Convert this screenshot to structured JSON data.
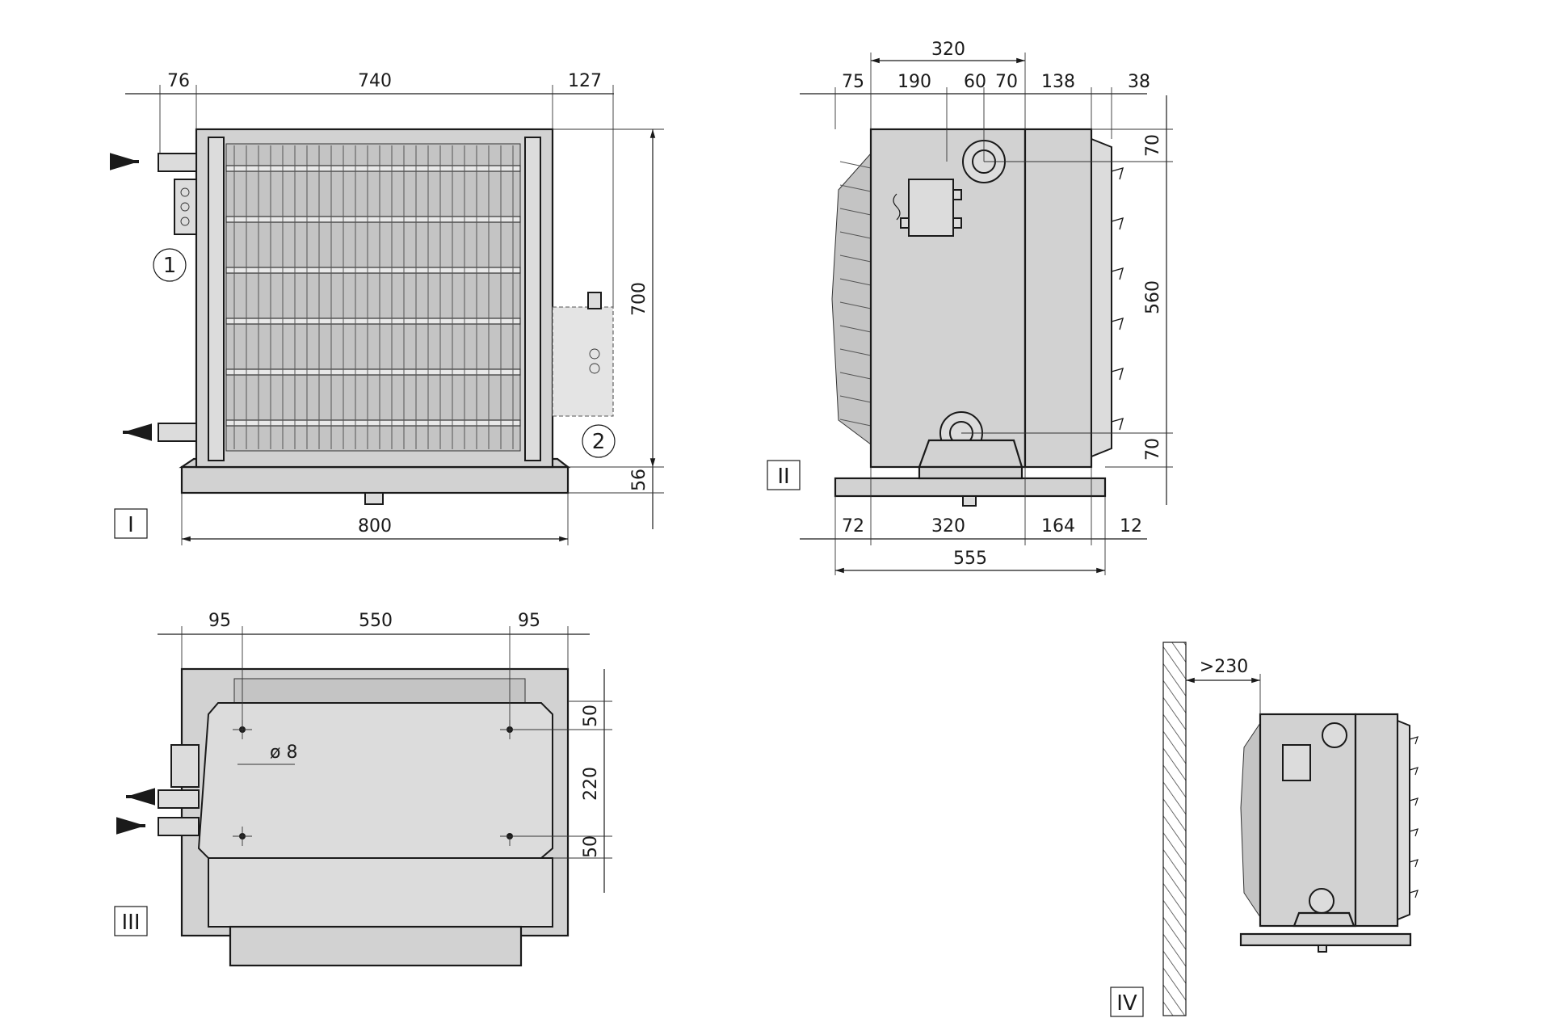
{
  "views": {
    "I": {
      "label": "I",
      "dimensions": [
        "76",
        "740",
        "127",
        "700",
        "56",
        "800"
      ],
      "callouts": [
        "1",
        "2"
      ]
    },
    "II": {
      "label": "II",
      "dimensions_top": [
        "320",
        "75",
        "190",
        "60",
        "70",
        "138",
        "38"
      ],
      "dimensions_right": [
        "70",
        "560",
        "70"
      ],
      "dimensions_bottom": [
        "72",
        "320",
        "164",
        "12",
        "555"
      ]
    },
    "III": {
      "label": "III",
      "dimensions_top": [
        "95",
        "550",
        "95"
      ],
      "dimensions_right": [
        "50",
        "220",
        "50"
      ],
      "hole": "ø 8"
    },
    "IV": {
      "label": "IV",
      "clearance": ">230"
    }
  }
}
